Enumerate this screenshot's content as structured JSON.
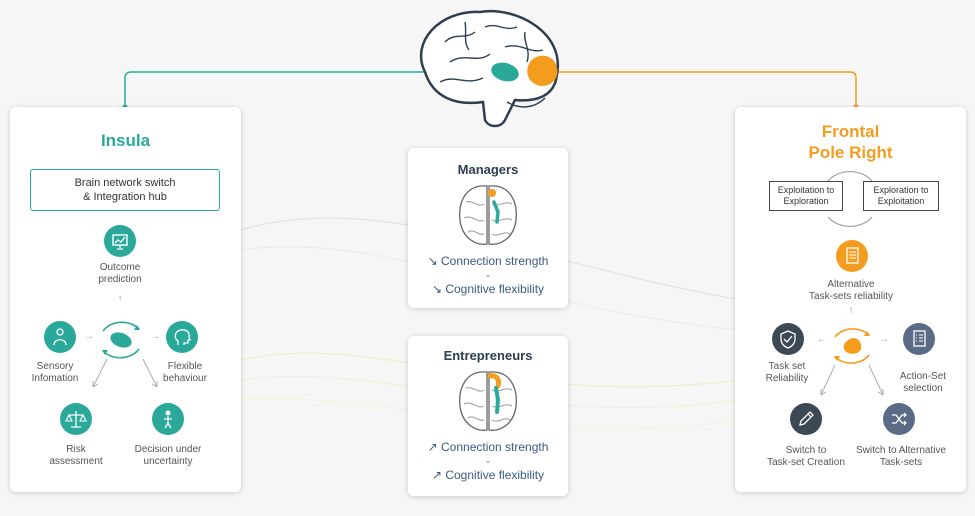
{
  "insula": {
    "title": "Insula",
    "hub_label": "Brain network switch\n& Integration hub",
    "nodes": {
      "outcome": "Outcome\nprediction",
      "sensory": "Sensory\nInfomation",
      "flexible": "Flexible\nbehaviour",
      "risk": "Risk\nassessment",
      "decision": "Decision under\nuncertainty"
    },
    "icons": [
      "chart-icon",
      "person-icon",
      "head-icon",
      "scales-icon",
      "decision-person-icon",
      "insula-brain-icon"
    ]
  },
  "frontal": {
    "title": "Frontal\nPole Right",
    "box_left": "Exploitation to\nExploration",
    "box_right": "Exploration to\nExploitation",
    "nodes": {
      "alternative": "Alternative\nTask-sets reliability",
      "reliability": "Task set\nReliability",
      "action": "Action-Set\nselection",
      "creation": "Switch to\nTask-set Creation",
      "switch_alt": "Switch to Alternative\nTask-sets"
    },
    "icons": [
      "checklist-icon",
      "shield-check-icon",
      "list-icon",
      "pencil-icon",
      "shuffle-icon",
      "frontal-pole-icon"
    ]
  },
  "managers": {
    "title": "Managers",
    "line1": "Connection strength",
    "line2": "Cognitive flexibility",
    "arrow1": "↘",
    "arrow2": "↘"
  },
  "entrepreneurs": {
    "title": "Entrepreneurs",
    "line1": "Connection strength",
    "line2": "Cognitive flexibility",
    "arrow1": "↗",
    "arrow2": "↗"
  },
  "colors": {
    "teal": "#2aa99b",
    "orange": "#f39c1e",
    "dark": "#3d4855",
    "slate": "#5a6b86",
    "card_text": "#3b5a82"
  }
}
